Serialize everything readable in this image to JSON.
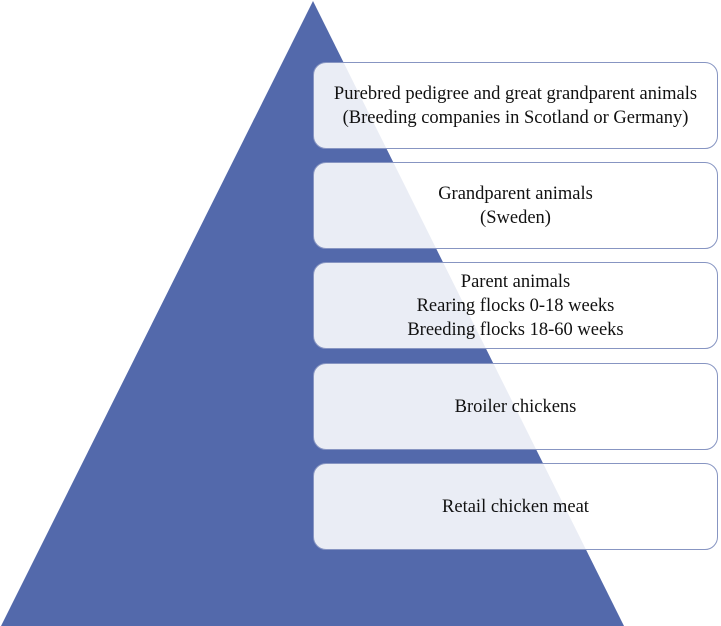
{
  "diagram": {
    "type": "pyramid",
    "colors": {
      "triangle": "#5369ab",
      "box_fill": "#ffffff",
      "box_border": "#8795c2",
      "text": "#111111"
    },
    "levels": [
      {
        "lines": [
          "Purebred pedigree and great grandparent animals",
          "(Breeding companies in Scotland or Germany)"
        ]
      },
      {
        "lines": [
          "Grandparent animals",
          "(Sweden)"
        ]
      },
      {
        "lines": [
          "Parent animals",
          "Rearing flocks 0-18 weeks",
          "Breeding flocks 18-60 weeks"
        ]
      },
      {
        "lines": [
          "Broiler chickens"
        ]
      },
      {
        "lines": [
          "Retail chicken meat"
        ]
      }
    ]
  }
}
